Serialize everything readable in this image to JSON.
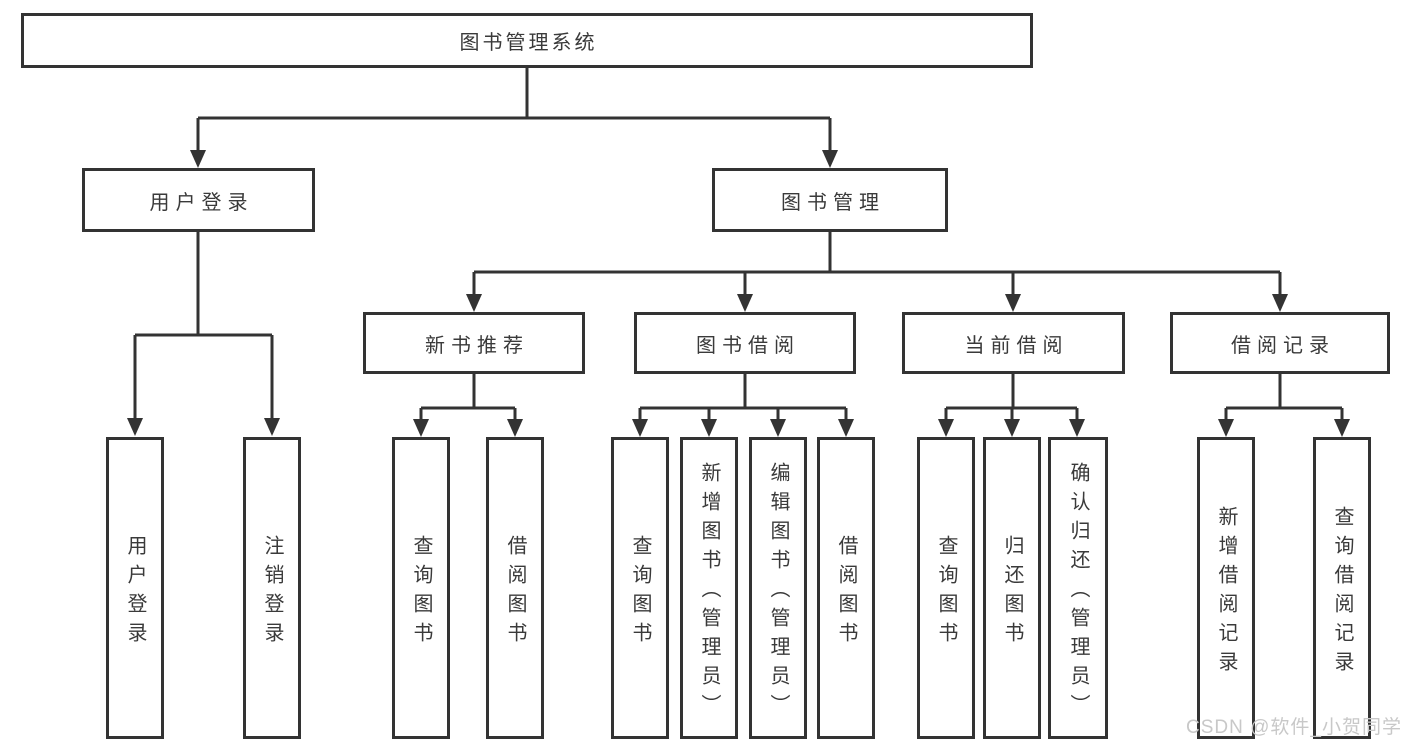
{
  "diagram": {
    "root": "图书管理系统",
    "branches": {
      "user_login": {
        "label": "用户登录",
        "children": [
          "用户登录",
          "注销登录"
        ]
      },
      "book_mgmt": {
        "label": "图书管理",
        "sections": {
          "new_book": {
            "label": "新书推荐",
            "children": [
              "查询图书",
              "借阅图书"
            ]
          },
          "book_borrow": {
            "label": "图书借阅",
            "children": [
              "查询图书",
              "新增图书（管理员）",
              "编辑图书（管理员）",
              "借阅图书"
            ]
          },
          "current_borrow": {
            "label": "当前借阅",
            "children": [
              "查询图书",
              "归还图书",
              "确认归还（管理员）"
            ]
          },
          "borrow_record": {
            "label": "借阅记录",
            "children": [
              "新增借阅记录",
              "查询借阅记录"
            ]
          }
        }
      }
    },
    "watermark": "CSDN @软件_小贺同学",
    "colors": {
      "line": "#333333",
      "text": "#3a3a3a",
      "boxbg": "#ffffff",
      "wm": "#c8c8c8"
    }
  }
}
